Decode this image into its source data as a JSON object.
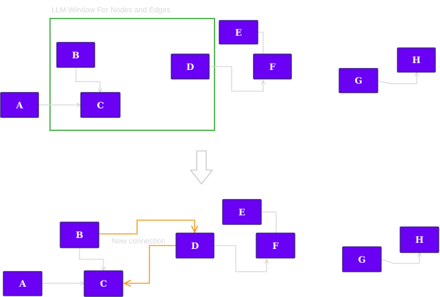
{
  "colors": {
    "node_fill": "#6a00f4",
    "node_stroke": "#3d1e8c",
    "node_text": "#ffffff",
    "edge_gray": "#d6d6d6",
    "edge_new": "#f0a431",
    "window_frame": "#5cb85c",
    "caption_text": "#d9d9d9",
    "arrow_outline": "#d0d0d0"
  },
  "window": {
    "title": "LLM Window For Nodes and Edges"
  },
  "new_connection": {
    "label": "New connection"
  },
  "before": {
    "nodes": {
      "A": "A",
      "B": "B",
      "C": "C",
      "D": "D",
      "E": "E",
      "F": "F",
      "G": "G",
      "H": "H"
    }
  },
  "after": {
    "nodes": {
      "A": "A",
      "B": "B",
      "C": "C",
      "D": "D",
      "E": "E",
      "F": "F",
      "G": "G",
      "H": "H"
    }
  },
  "transition": {
    "icon": "down-arrow-icon"
  }
}
